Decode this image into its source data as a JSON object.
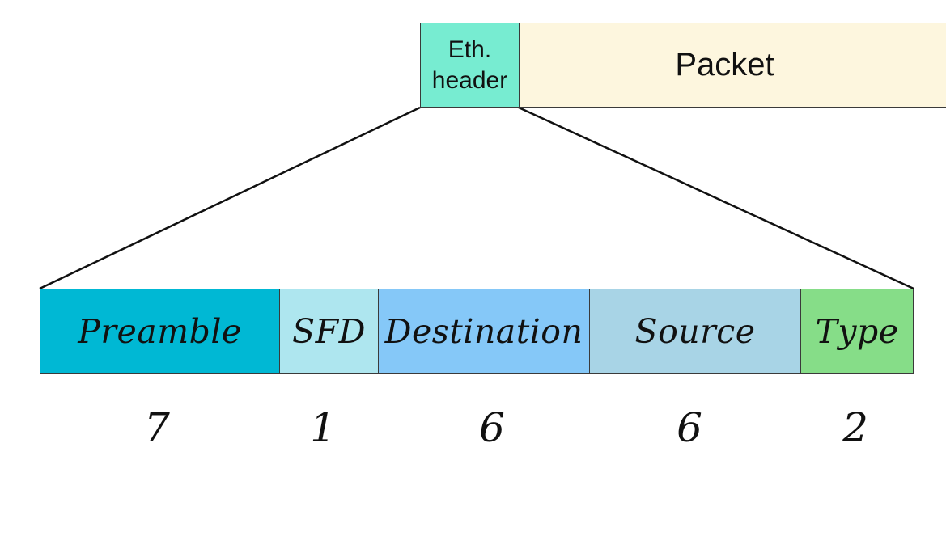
{
  "top": {
    "eth_header_line1": "Eth.",
    "eth_header_line2": "header",
    "packet_label": "Packet"
  },
  "fields": [
    {
      "label": "Preamble",
      "size": "7",
      "color": "#00b8d4"
    },
    {
      "label": "SFD",
      "size": "1",
      "color": "#aee6ef"
    },
    {
      "label": "Destination",
      "size": "6",
      "color": "#85c8f8"
    },
    {
      "label": "Source",
      "size": "6",
      "color": "#a8d4e6"
    },
    {
      "label": "Type",
      "size": "2",
      "color": "#86dd88"
    }
  ],
  "colors": {
    "eth_header": "#77ecd1",
    "packet": "#fdf6de",
    "line": "#111111"
  }
}
